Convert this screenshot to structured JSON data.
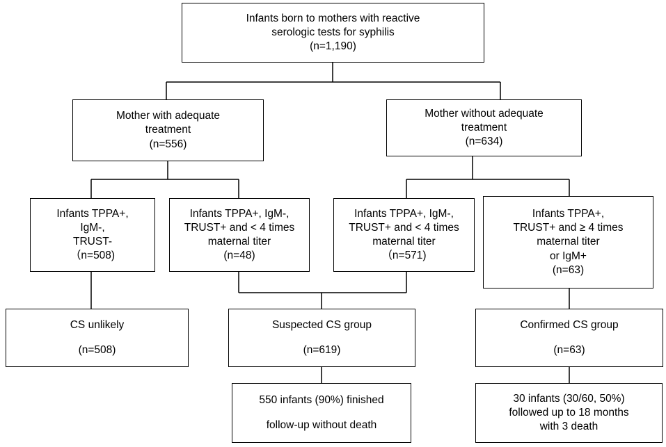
{
  "boxes": {
    "root": [
      "Infants born to mothers with reactive",
      "serologic tests for syphilis",
      "(n=1,190)"
    ],
    "adequate": [
      "Mother with adequate",
      "treatment",
      "(n=556)"
    ],
    "inadequate": [
      "Mother without adequate",
      "treatment",
      "(n=634)"
    ],
    "adequate_neg": [
      "Infants TPPA+,",
      "IgM-,",
      "TRUST-",
      "（n=508)"
    ],
    "adequate_low": [
      "Infants TPPA+,   IgM-,",
      "TRUST+ and < 4 times",
      "maternal titer",
      "(n=48)"
    ],
    "inadequate_low": [
      "Infants TPPA+,   IgM-,",
      "TRUST+ and < 4 times",
      "maternal titer",
      "（n=571)"
    ],
    "inadequate_high": [
      "Infants TPPA+,",
      "TRUST+ and ≥ 4 times",
      "maternal titer",
      "or IgM+",
      "(n=63)"
    ],
    "unlikely": [
      "CS unlikely",
      "(n=508)"
    ],
    "suspected": [
      "Suspected CS group",
      "(n=619)"
    ],
    "confirmed": [
      "Confirmed CS group",
      "(n=63)"
    ],
    "suspected_followup": [
      "550 infants (90%) finished",
      "follow-up without death"
    ],
    "confirmed_followup": [
      "30 infants (30/60, 50%)",
      "followed up to 18 months",
      "with 3 death"
    ]
  }
}
